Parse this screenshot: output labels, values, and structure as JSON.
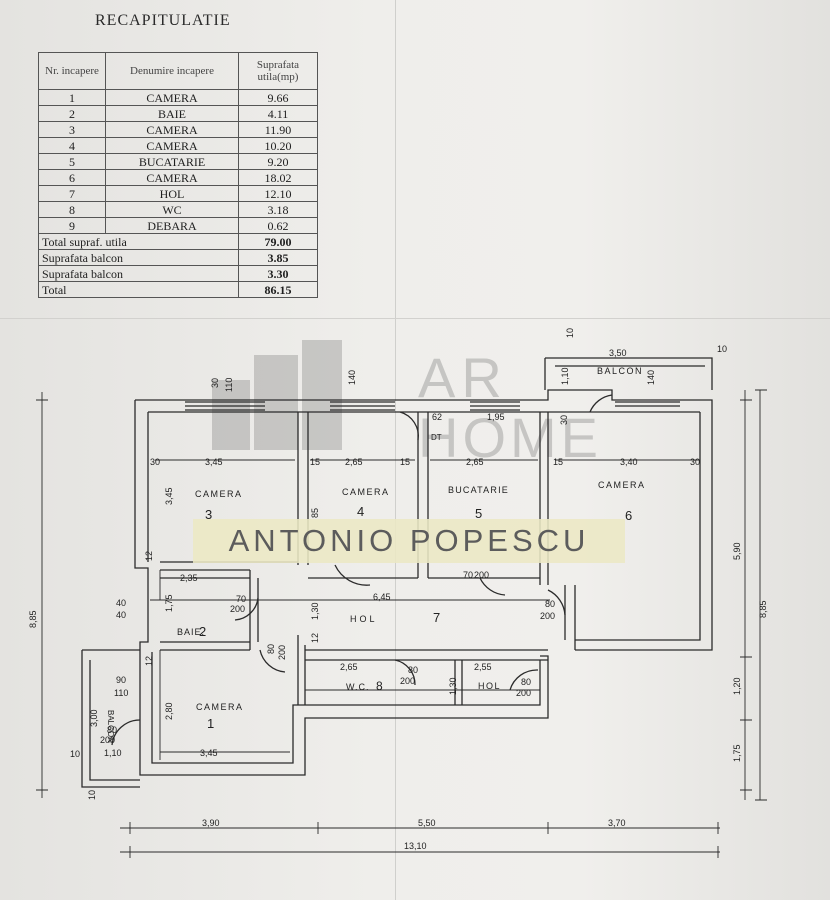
{
  "document": {
    "title": "RECAPITULATIE",
    "table_headers": [
      "Nr. incapere",
      "Denumire incapere",
      "Suprafata utila(mp)"
    ],
    "rows": [
      {
        "nr": "1",
        "name": "CAMERA",
        "area": "9.66"
      },
      {
        "nr": "2",
        "name": "BAIE",
        "area": "4.11"
      },
      {
        "nr": "3",
        "name": "CAMERA",
        "area": "11.90"
      },
      {
        "nr": "4",
        "name": "CAMERA",
        "area": "10.20"
      },
      {
        "nr": "5",
        "name": "BUCATARIE",
        "area": "9.20"
      },
      {
        "nr": "6",
        "name": "CAMERA",
        "area": "18.02"
      },
      {
        "nr": "7",
        "name": "HOL",
        "area": "12.10"
      },
      {
        "nr": "8",
        "name": "WC",
        "area": "3.18"
      },
      {
        "nr": "9",
        "name": "DEBARA",
        "area": "0.62"
      }
    ],
    "totals": [
      {
        "label": "Total supraf. utila",
        "value": "79.00"
      },
      {
        "label": "Suprafata balcon",
        "value": "3.85"
      },
      {
        "label": "Suprafata balcon",
        "value": "3.30"
      },
      {
        "label": "Total",
        "value": "86.15"
      }
    ]
  },
  "plan": {
    "rooms": {
      "camera3": "CAMERA",
      "num3": "3",
      "camera4": "CAMERA",
      "num4": "4",
      "bucatarie": "BUCATARIE",
      "num5": "5",
      "camera6": "CAMERA",
      "num6": "6",
      "baie": "BAIE.",
      "num2": "2",
      "hol": "HOL",
      "num7": "7",
      "camera1": "CAMERA",
      "num1": "1",
      "wc": "W.C.",
      "num8": "8",
      "hol2": "HOL",
      "balcon_top": "BALCON",
      "balcon_left": "BALCON",
      "dt": "DT"
    },
    "dims": {
      "d345a": "3,45",
      "d265a": "2,65",
      "d265b": "2,65",
      "d340": "3,40",
      "d30a": "30",
      "d15a": "15",
      "d15b": "15",
      "d15c": "15",
      "d30b": "30",
      "d345v": "3,45",
      "d235": "2,35",
      "d175": "1,75",
      "d645": "6,45",
      "d130a": "1,30",
      "d280": "2,80",
      "d345b": "3,45",
      "d110a": "1,10",
      "d300": "3,00",
      "d265c": "2,65",
      "d255": "2,55",
      "d130b": "1,30",
      "d195": "1,95",
      "d350a": "3,50",
      "d110b": "1,10",
      "d62": "62",
      "d590": "5,90",
      "d885a": "8,85",
      "d885b": "8,85",
      "d120": "1,20",
      "d175v": "1,75",
      "d390": "3,90",
      "d550": "5,50",
      "d370": "3,70",
      "d1310": "13,10",
      "d40a": "40",
      "d40b": "40",
      "d90": "90",
      "d10a": "10",
      "d10b": "10",
      "d10c": "10",
      "d10d": "10",
      "d200a": "200",
      "d200b": "200",
      "d200c": "200",
      "d200d": "200",
      "d200e": "200",
      "d200f": "200",
      "d200g": "200",
      "d70a": "70",
      "d70b": "70",
      "d80a": "80",
      "d80b": "80",
      "d80c": "80",
      "d80d": "80",
      "d80e": "80",
      "d140a": "140",
      "d140b": "140",
      "d110c": "110",
      "d110d": "110",
      "d12a": "12",
      "d12b": "12",
      "d12c": "12",
      "d85": "85",
      "d30c": "30",
      "d30d": "30"
    }
  },
  "watermark": {
    "brand_line1": "AR",
    "brand_line2": "HOME",
    "agent_name": "ANTONIO POPESCU"
  }
}
